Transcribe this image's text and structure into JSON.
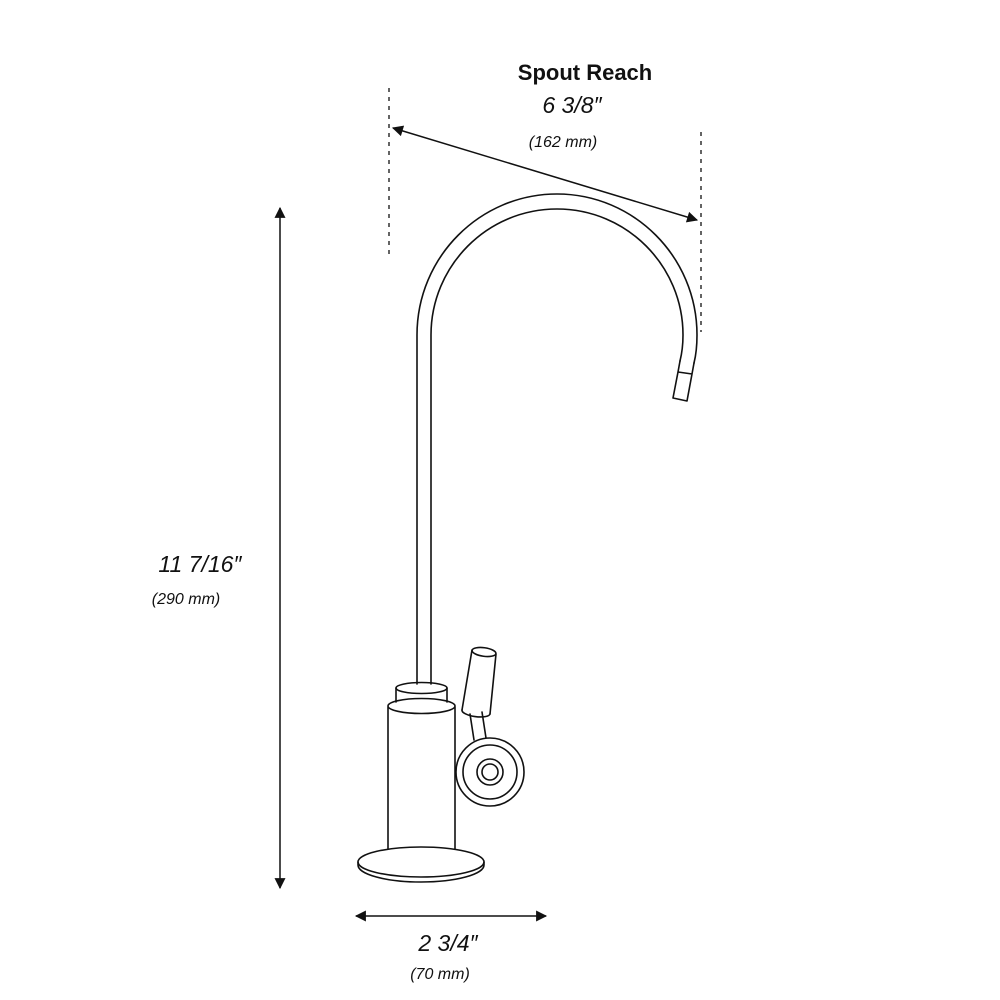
{
  "colors": {
    "line_color": "#111111",
    "background": "#ffffff"
  },
  "labels": {
    "spout_reach": {
      "title": "Spout Reach",
      "inches": "6 3/8″",
      "mm": "(162 mm)"
    },
    "height": {
      "inches": "11 7/16″",
      "mm": "(290 mm)"
    },
    "base": {
      "inches": "2 3/4″",
      "mm": "(70 mm)"
    }
  }
}
